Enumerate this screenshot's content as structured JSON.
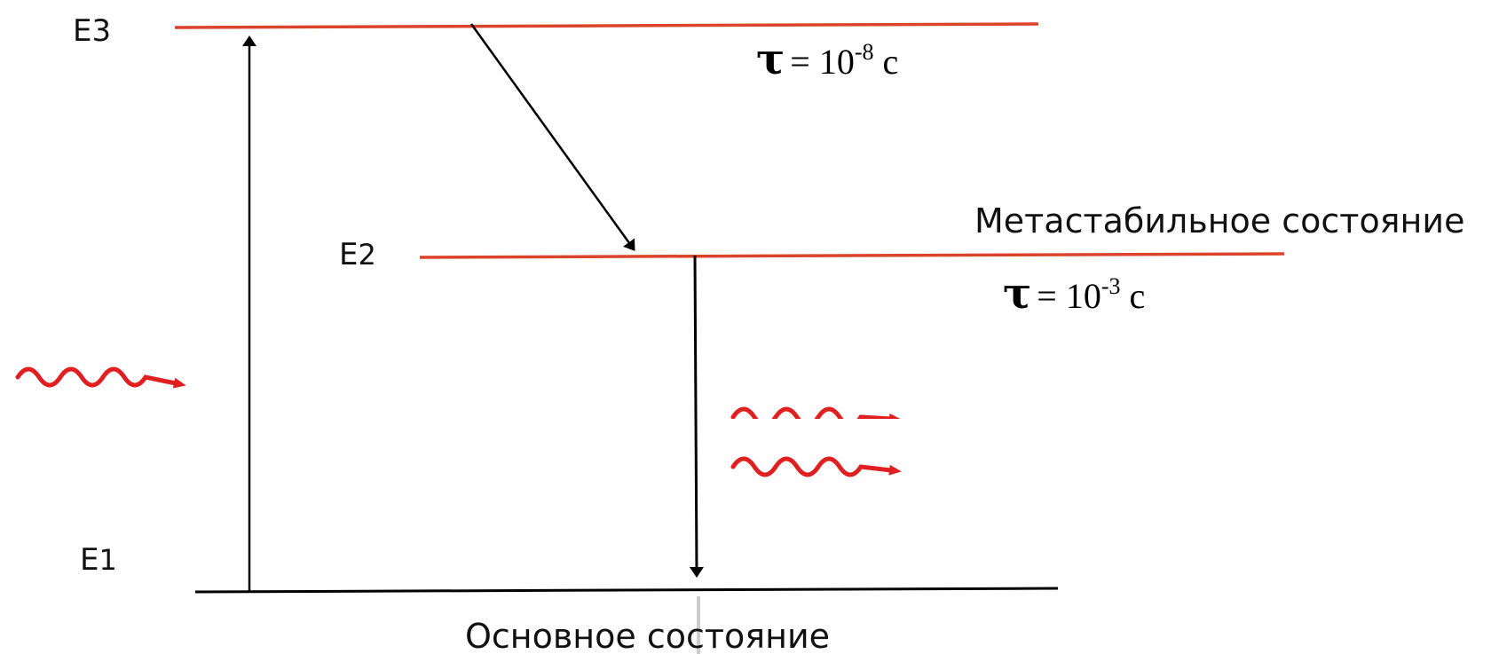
{
  "levels": {
    "e3": {
      "label_main": "E",
      "label_sub": "3"
    },
    "e2": {
      "label_main": "E",
      "label_sub": "2"
    },
    "e1": {
      "label_main": "E",
      "label_sub": "1"
    }
  },
  "metastable_label": "Метастабильное состояние",
  "ground_label": "Основное состояние",
  "lifetime_e3": {
    "symbol": "τ",
    "equals": "= 10",
    "exponent": "-8",
    "unit": " с"
  },
  "lifetime_e2": {
    "symbol": "τ",
    "equals": "= 10",
    "exponent": "-3",
    "unit": " с"
  },
  "colors": {
    "upper_level_line": "#d9442a",
    "ground_line": "#000000",
    "arrow": "#000000",
    "photon_wave": "#e02020"
  },
  "icons": {
    "pump_photon": "wavy-arrow-icon",
    "emitted_photons": "wavy-arrow-icon"
  }
}
